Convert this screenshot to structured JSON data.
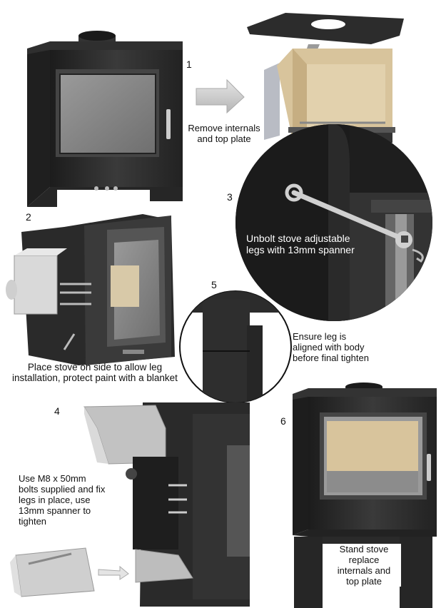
{
  "steps": [
    {
      "number": "1",
      "caption": [
        "Remove  internals",
        "and top plate"
      ]
    },
    {
      "number": "2",
      "caption": [
        "Place stove on side to allow leg",
        "installation, protect paint with a blanket"
      ]
    },
    {
      "number": "3",
      "caption": [
        "Unbolt stove adjustable",
        "legs with 13mm spanner"
      ]
    },
    {
      "number": "4",
      "caption": [
        "Use M8 x 50mm",
        "bolts supplied and fix",
        "legs in place, use",
        "13mm spanner to",
        "tighten"
      ]
    },
    {
      "number": "5",
      "caption": [
        "Ensure leg is",
        "aligned with body",
        "before final tighten"
      ]
    },
    {
      "number": "6",
      "caption": [
        "Stand stove",
        "replace",
        "internals and",
        "top plate"
      ]
    }
  ],
  "colors": {
    "stove_body": "#2b2b2b",
    "glass": "#8a8a8a",
    "firebrick": "#d8c49c",
    "arrow": "#c8c8c8",
    "callout_bg": "#1e1e1e"
  }
}
